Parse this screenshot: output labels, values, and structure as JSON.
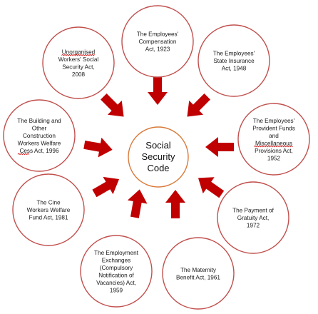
{
  "colors": {
    "circle_stroke": "#c0504d",
    "center_stroke": "#d97a3a",
    "arrow_fill": "#c00000",
    "spellcheck": "#d11a1a"
  },
  "center": {
    "lines": [
      "Social",
      "Security",
      "Code"
    ]
  },
  "acts": [
    {
      "id": "compensation",
      "lines": [
        "The Employees'",
        "Compensation",
        "Act, 1923"
      ]
    },
    {
      "id": "state-insurance",
      "lines": [
        "The Employees'",
        "State Insurance",
        "Act, 1948"
      ]
    },
    {
      "id": "provident-funds",
      "lines": [
        "The Employees'",
        "Provident Funds",
        "and",
        "Miscellaneous",
        "Provisions Act,",
        "1952"
      ]
    },
    {
      "id": "gratuity",
      "lines": [
        "The Payment of",
        "Gratuity Act,",
        "1972"
      ]
    },
    {
      "id": "maternity",
      "lines": [
        "The Maternity",
        "Benefit Act, 1961"
      ]
    },
    {
      "id": "employment-exchanges",
      "lines": [
        "The Employment",
        "Exchanges",
        "(Compulsory",
        "Notification of",
        "Vacancies) Act,",
        "1959"
      ]
    },
    {
      "id": "cine-workers",
      "lines": [
        "The Cine",
        "Workers Welfare",
        "Fund Act, 1981"
      ]
    },
    {
      "id": "building-construction",
      "lines": [
        "The Building and",
        "Other",
        "Construction",
        "Workers Welfare",
        "Cess Act, 1996"
      ]
    },
    {
      "id": "unorganised-workers",
      "lines": [
        "Unorganised",
        "Workers' Social",
        "Security Act,",
        "2008"
      ]
    }
  ]
}
